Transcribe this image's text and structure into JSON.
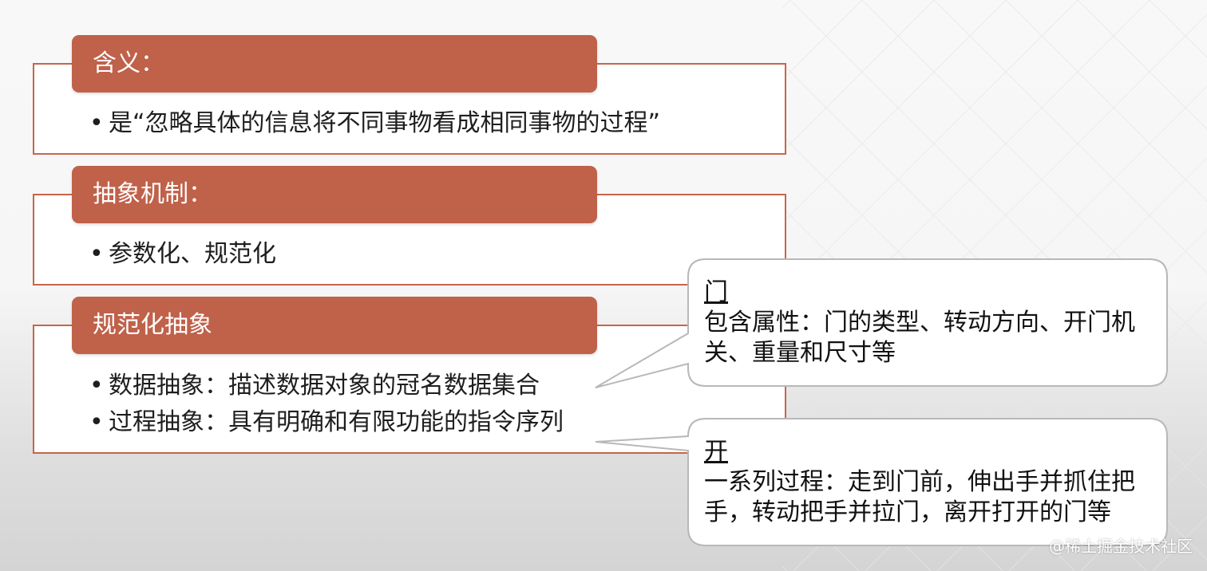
{
  "sections": [
    {
      "header": "含义：",
      "bullets": [
        "是“忽略具体的信息将不同事物看成相同事物的过程”"
      ]
    },
    {
      "header": "抽象机制：",
      "bullets": [
        "参数化、规范化"
      ]
    },
    {
      "header": "规范化抽象",
      "bullets": [
        "数据抽象：描述数据对象的冠名数据集合",
        "过程抽象：具有明确和有限功能的指令序列"
      ]
    }
  ],
  "callouts": [
    {
      "title": "门",
      "body": "包含属性：门的类型、转动方向、开门机关、重量和尺寸等"
    },
    {
      "title": "开",
      "body": "一系列过程：走到门前，伸出手并抓住把手，转动把手并拉门，离开打开的门等"
    }
  ],
  "watermark": "@稀土掘金技术社区",
  "colors": {
    "accent": "#c0614a",
    "border": "#c8654a",
    "callout_border": "#b8b8b8"
  }
}
